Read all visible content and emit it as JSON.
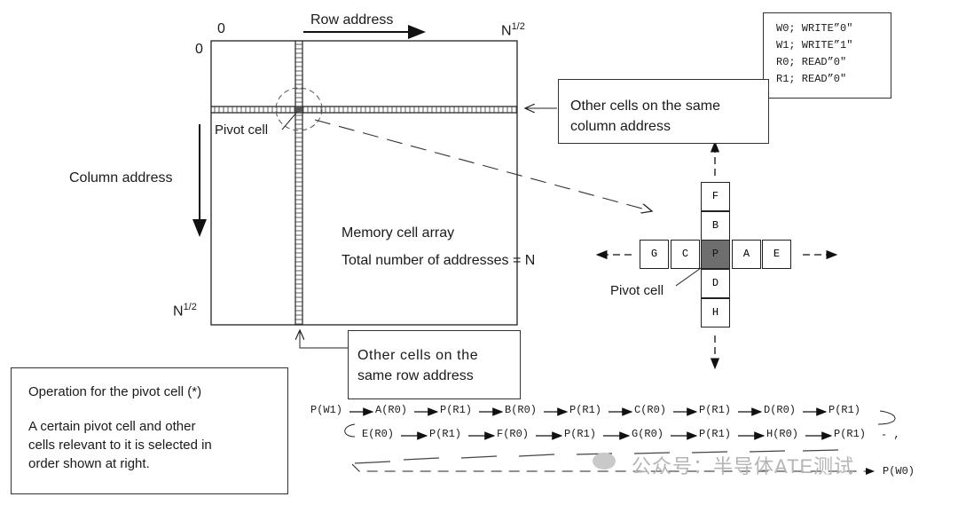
{
  "array": {
    "origin_x_label": "0",
    "origin_y_label": "0",
    "row_address_label": "Row address",
    "n_half_top_base": "N",
    "n_half_top_exp": "1/2",
    "n_half_left_base": "N",
    "n_half_left_exp": "1/2",
    "column_address_label": "Column address",
    "pivot_cell_label": "Pivot cell",
    "memory_cell_array_label": "Memory cell array",
    "total_addresses_label": "Total number of addresses = N"
  },
  "ops_box": {
    "lines": [
      "W0; WRITE”0″",
      "W1; WRITE”1″",
      "R0; READ”0″",
      "R1; READ”0″"
    ]
  },
  "column_callout": {
    "line1": "Other cells on the same",
    "line2": "column address"
  },
  "row_callout": {
    "line1": "Other cells on the",
    "line2": "same row address"
  },
  "cross": {
    "cells": {
      "F": "F",
      "B": "B",
      "G": "G",
      "C": "C",
      "P": "P",
      "A": "A",
      "E": "E",
      "D": "D",
      "H": "H"
    },
    "pivot_cell_label": "Pivot cell"
  },
  "operation_box": {
    "title": "Operation for the pivot cell (*)",
    "line1": "A certain pivot cell and other",
    "line2": "cells relevant to it is selected in",
    "line3": "order shown at right."
  },
  "sequence": {
    "row1": [
      "P(W1)",
      "A(R0)",
      "P(R1)",
      "B(R0)",
      "P(R1)",
      "C(R0)",
      "P(R1)",
      "D(R0)",
      "P(R1)"
    ],
    "row2": [
      "E(R0)",
      "P(R1)",
      "F(R0)",
      "P(R1)",
      "G(R0)",
      "P(R1)",
      "H(R0)",
      "P(R1)"
    ],
    "row2_tail": "-  ,",
    "row3_end": "P(W0)"
  },
  "watermark": "公众号：半导体ATE测试"
}
